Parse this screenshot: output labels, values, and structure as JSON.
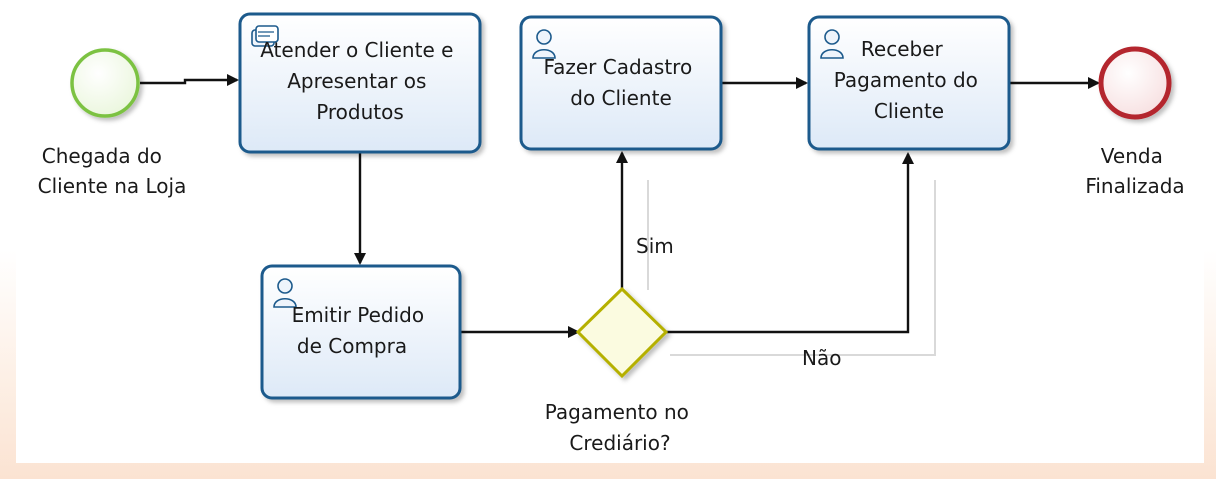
{
  "events": {
    "start_label": [
      "Chegada do",
      "Cliente na Loja"
    ],
    "end_label": [
      "Venda",
      "Finalizada"
    ]
  },
  "tasks": {
    "atender": [
      "Atender o Cliente e",
      "Apresentar os",
      "Produtos"
    ],
    "cadastro": [
      "Fazer Cadastro",
      "do Cliente"
    ],
    "receber": [
      "Receber",
      "Pagamento do",
      "Cliente"
    ],
    "emitir": [
      "Emitir Pedido",
      "de Compra"
    ]
  },
  "gateway": {
    "label": [
      "Pagamento no",
      "Crediário?"
    ]
  },
  "flows": {
    "yes_label": "Sim",
    "no_label": "Não"
  },
  "colors": {
    "start_stroke": "#7cc242",
    "end_stroke": "#b4282e",
    "task_stroke": "#1c5a8c",
    "gateway_stroke": "#b5b000",
    "gateway_fill": "#fbfbe0"
  },
  "icons": {
    "atender": "message-icon",
    "cadastro": "user-icon",
    "receber": "user-icon",
    "emitir": "user-icon"
  }
}
